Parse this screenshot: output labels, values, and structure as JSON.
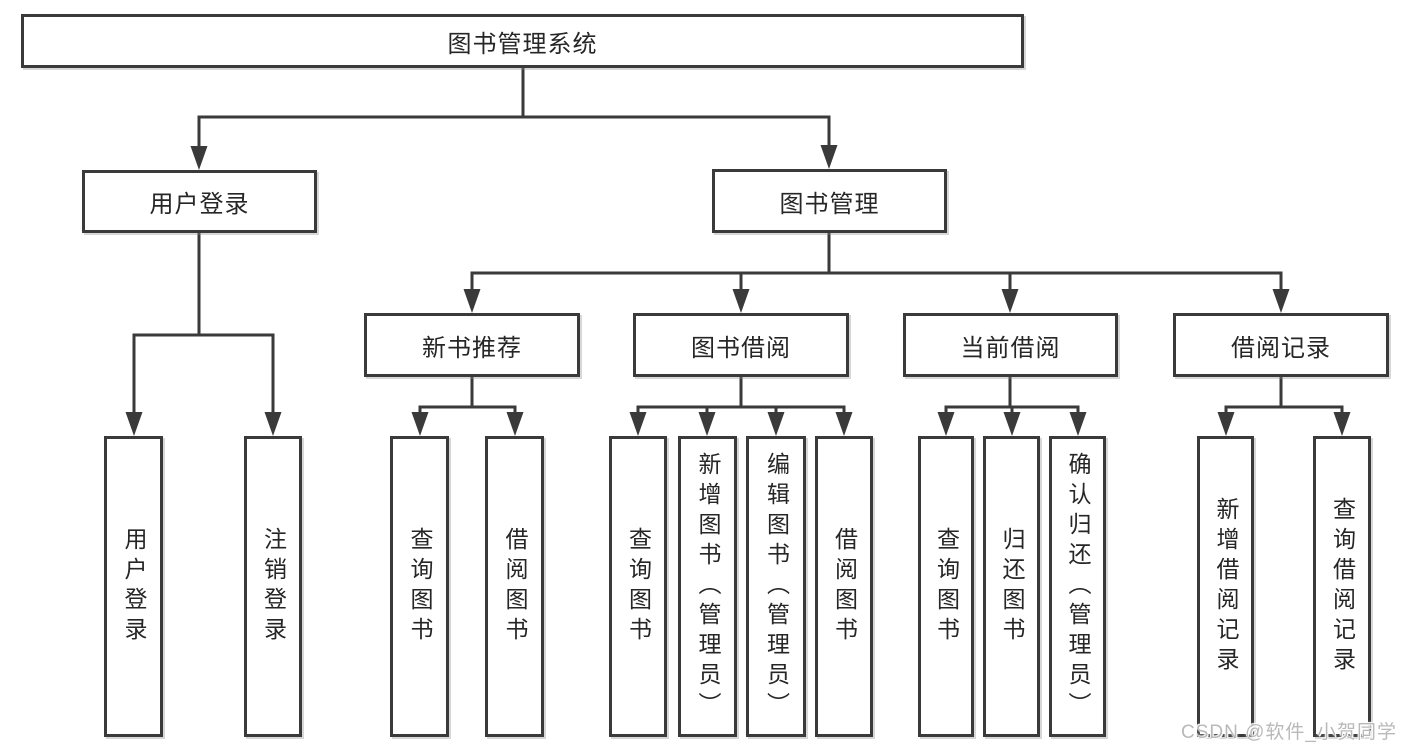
{
  "diagram_title": "图书管理系统",
  "tree": {
    "root": {
      "label": "图书管理系统"
    },
    "children": [
      {
        "label": "用户登录",
        "children": [
          {
            "label": "用户登录"
          },
          {
            "label": "注销登录"
          }
        ]
      },
      {
        "label": "图书管理",
        "children": [
          {
            "label": "新书推荐",
            "children": [
              {
                "label": "查询图书"
              },
              {
                "label": "借阅图书"
              }
            ]
          },
          {
            "label": "图书借阅",
            "children": [
              {
                "label": "查询图书"
              },
              {
                "label": "新增图书（管理员）"
              },
              {
                "label": "编辑图书（管理员）"
              },
              {
                "label": "借阅图书"
              }
            ]
          },
          {
            "label": "当前借阅",
            "children": [
              {
                "label": "查询图书"
              },
              {
                "label": "归还图书"
              },
              {
                "label": "确认归还（管理员）"
              }
            ]
          },
          {
            "label": "借阅记录",
            "children": [
              {
                "label": "新增借阅记录"
              },
              {
                "label": "查询借阅记录"
              }
            ]
          }
        ]
      }
    ]
  },
  "watermark": {
    "text": "CSDN @软件_小贺同学"
  },
  "colors": {
    "line": "#3a3a3a",
    "border": "#3a3a3a",
    "text": "#262626",
    "background": "#ffffff",
    "watermark": "#b9b9b9"
  }
}
